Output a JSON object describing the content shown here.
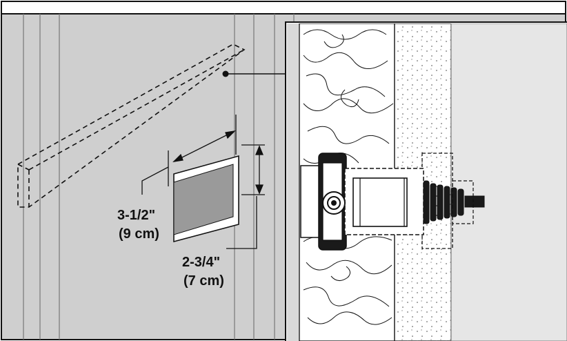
{
  "dimensions": {
    "width": {
      "imperial": "3-1/2\"",
      "metric": "(9 cm)"
    },
    "height": {
      "imperial": "2-3/4\"",
      "metric": "(7 cm)"
    }
  },
  "colors": {
    "wall": "#cfcfcf",
    "stud": "#c4c4c4",
    "opening": "#9a9a9a",
    "detail_bg": "#d9d9d9",
    "drywall": "#e6e6e6",
    "outline": "#111111"
  }
}
